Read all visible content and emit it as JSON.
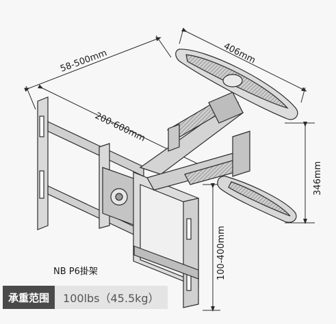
{
  "dimensions": {
    "arm_extension": "58-500mm",
    "bracket_width": "406mm",
    "plate_span": "200-600mm",
    "bracket_height": "346mm",
    "height_range": "100-400mm"
  },
  "model": {
    "name": "NB P6掛架"
  },
  "capacity": {
    "label": "承重范围",
    "value": "100lbs（45.5kg）"
  },
  "colors": {
    "line": "#2b2b2b",
    "metal": "#d6d6d6",
    "metal_dark": "#9a9a9a",
    "label_bg": "#4a4a4a",
    "value_bg": "#e4e4e4"
  }
}
